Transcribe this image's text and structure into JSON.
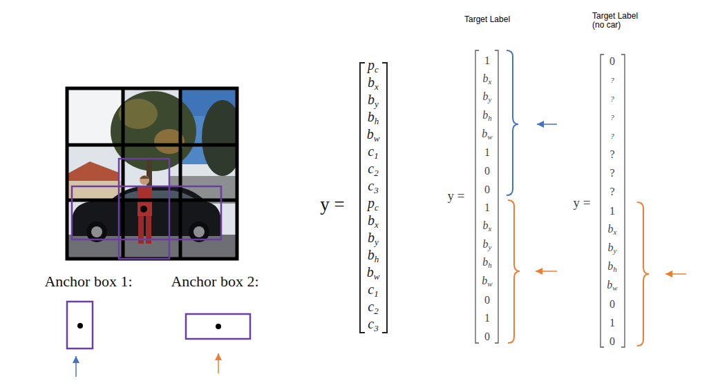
{
  "diagram": {
    "labels": [
      "Target Label",
      "Target Label (no car)",
      "y =",
      "pc",
      "bx",
      "by",
      "bh",
      "bw",
      "c1",
      "c2",
      "c3",
      "pc",
      "bx",
      "by",
      "bh",
      "bw",
      "c1",
      "c2",
      "c3",
      "y =",
      "1",
      "bx",
      "by",
      "bh",
      "bw",
      "1",
      "0",
      "0",
      "1",
      "bx",
      "by",
      "bh",
      "bw",
      "0",
      "1",
      "0",
      "y =",
      "0",
      "?",
      "?",
      "?",
      "?",
      "?",
      "?",
      "?",
      "1",
      "bx",
      "by",
      "bh",
      "bw",
      "0",
      "1",
      "0",
      "Anchor box 1:",
      "Anchor box 2:"
    ]
  }
}
